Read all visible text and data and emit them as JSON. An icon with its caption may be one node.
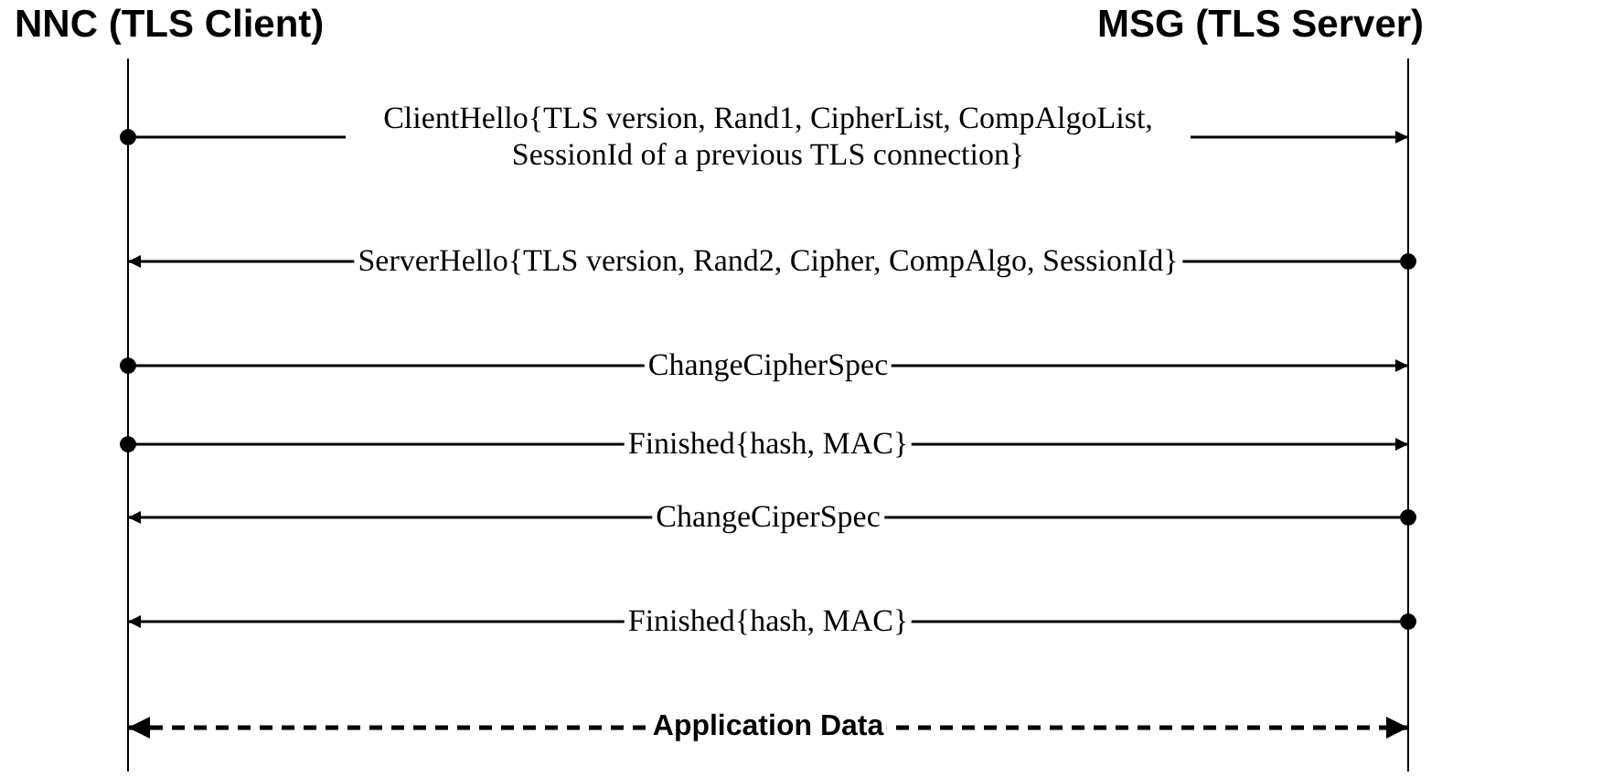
{
  "diagram": {
    "nodes": [
      {
        "text": [
          "NNC (TLS Client)"
        ]
      },
      {
        "text": [
          "MSG (TLS Server)"
        ]
      }
    ],
    "edges": [
      {
        "from": 0,
        "to": 1,
        "arrow": "to",
        "label": "ClientHello{TLS version, Rand1, CipherList, CompAlgoList, SessionId of a previous TLS connection}"
      },
      {
        "from": 1,
        "to": 0,
        "arrow": "to",
        "label": "ServerHello{TLS version, Rand2, Cipher, CompAlgo, SessionId}"
      },
      {
        "from": 0,
        "to": 1,
        "arrow": "to",
        "label": "ChangeCipherSpec"
      },
      {
        "from": 0,
        "to": 1,
        "arrow": "to",
        "label": "Finished{hash, MAC}"
      },
      {
        "from": 1,
        "to": 0,
        "arrow": "to",
        "label": "ChangeCiperSpec"
      },
      {
        "from": 1,
        "to": 0,
        "arrow": "to",
        "label": "Finished{hash, MAC}"
      },
      {
        "from": 0,
        "to": 1,
        "arrow": "both",
        "label": "Application Data",
        "style": "dashed"
      }
    ]
  }
}
